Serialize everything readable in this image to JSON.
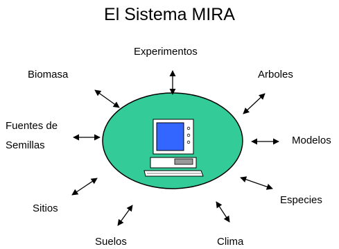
{
  "title": "El Sistema MIRA",
  "center": {
    "icon": "computer-icon",
    "fill_color": "#33cc99",
    "screen_color": "#3366ff"
  },
  "nodes": [
    {
      "id": "experimentos",
      "label": "Experimentos"
    },
    {
      "id": "arboles",
      "label": "Arboles"
    },
    {
      "id": "modelos",
      "label": "Modelos"
    },
    {
      "id": "especies",
      "label": "Especies"
    },
    {
      "id": "clima",
      "label": "Clima"
    },
    {
      "id": "suelos",
      "label": "Suelos"
    },
    {
      "id": "sitios",
      "label": "Sitios"
    },
    {
      "id": "fuentes-de-semillas",
      "label_lines": [
        "Fuentes de",
        "Semillas"
      ]
    },
    {
      "id": "biomasa",
      "label": "Biomasa"
    }
  ]
}
